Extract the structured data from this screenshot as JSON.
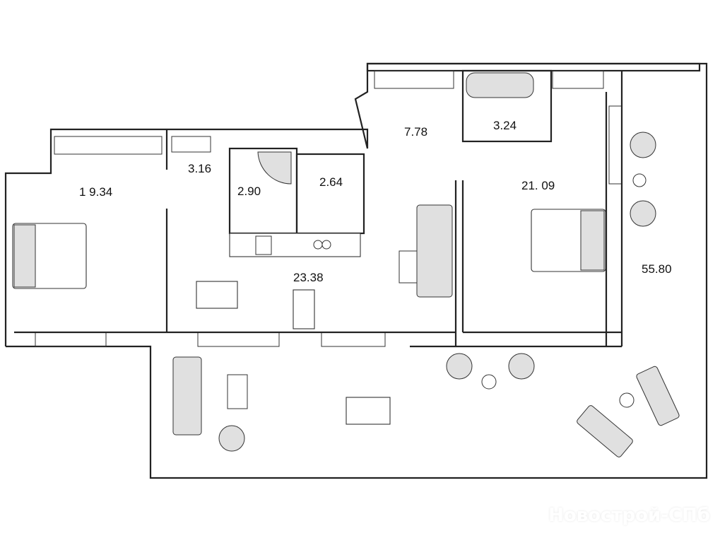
{
  "rooms": [
    {
      "name": "bedroom-left",
      "area": "1 9.34"
    },
    {
      "name": "hall",
      "area": "3.16"
    },
    {
      "name": "bathroom-1",
      "area": "2.90"
    },
    {
      "name": "bathroom-2",
      "area": "2.64"
    },
    {
      "name": "entrance",
      "area": "7.78"
    },
    {
      "name": "bathroom-3",
      "area": "3.24"
    },
    {
      "name": "bedroom-right",
      "area": "21. 09"
    },
    {
      "name": "kitchen-living",
      "area": "23.38"
    },
    {
      "name": "terrace",
      "area": "55.80"
    }
  ],
  "watermark": "Новострой-СПб"
}
